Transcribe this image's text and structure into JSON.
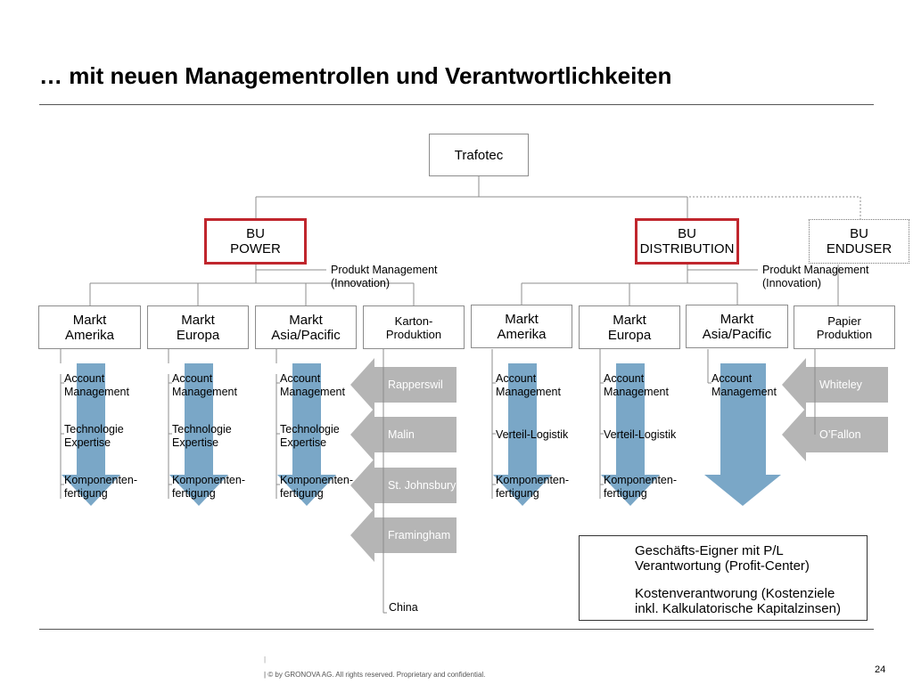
{
  "title": "… mit neuen Managementrollen und Verantwortlichkeiten",
  "root": "Trafotec",
  "bu_power": {
    "line1": "BU",
    "line2": "POWER"
  },
  "bu_distribution": {
    "line1": "BU",
    "line2": "DISTRIBUTION"
  },
  "bu_enduser": {
    "line1": "BU",
    "line2": "ENDUSER"
  },
  "produkt_mgmt": {
    "line1": "Produkt Management",
    "line2": "(Innovation)"
  },
  "units": {
    "power_amerika": {
      "line1": "Markt",
      "line2": "Amerika"
    },
    "power_europa": {
      "line1": "Markt",
      "line2": "Europa"
    },
    "power_asia": {
      "line1": "Markt",
      "line2": "Asia/Pacific"
    },
    "karton": {
      "line1": "Karton-",
      "line2": "Produktion"
    },
    "dist_amerika": {
      "line1": "Markt",
      "line2": "Amerika"
    },
    "dist_europa": {
      "line1": "Markt",
      "line2": "Europa"
    },
    "dist_asia": {
      "line1": "Markt",
      "line2": "Asia/Pacific"
    },
    "papier": {
      "line1": "Papier",
      "line2": "Produktion"
    }
  },
  "roles": {
    "account": {
      "line1": "Account",
      "line2": "Management"
    },
    "technologie": {
      "line1": "Technologie",
      "line2": "Expertise"
    },
    "komponenten": {
      "line1": "Komponenten-",
      "line2": "fertigung"
    },
    "verteil": "Verteil-Logistik"
  },
  "sites_karton": [
    "Rapperswil",
    "Malin",
    "St. Johnsbury",
    "Framingham",
    "China"
  ],
  "sites_papier": [
    "Whiteley",
    "O’Fallon"
  ],
  "legend": {
    "blue_line1": "Geschäfts-Eigner mit P/L",
    "blue_line2": "Verantwortung (Profit-Center)",
    "grey_line1": "Kostenverantworung (Kostenziele",
    "grey_line2": "inkl. Kalkulatorische Kapitalzinsen)"
  },
  "footer": "© by GRONOVA AG. All rights reserved. Proprietary and confidential.",
  "page_number": "24",
  "colors": {
    "blue_arrow": "#7aa7c7",
    "grey_arrow": "#b5b5b5",
    "highlight_red": "#c0262d"
  }
}
